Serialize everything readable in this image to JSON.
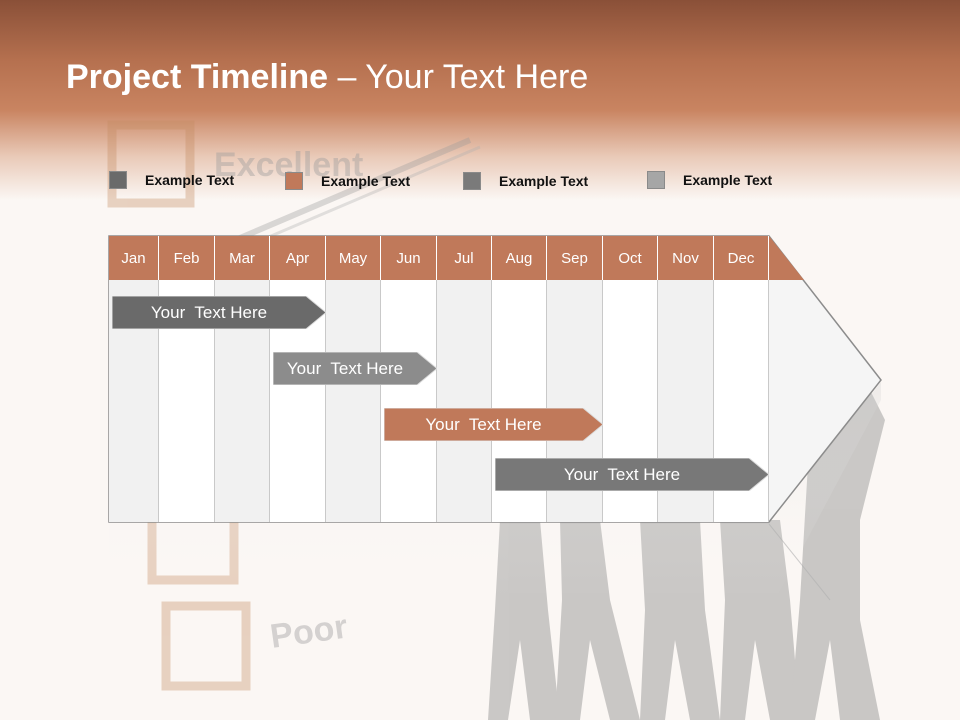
{
  "title": {
    "bold": "Project Timeline",
    "rest": " – Your Text Here"
  },
  "legend": [
    {
      "label": "Example Text",
      "color": "#6a6a6a"
    },
    {
      "label": "Example Text",
      "color": "#c0795a"
    },
    {
      "label": "Example Text",
      "color": "#7a7a7a"
    },
    {
      "label": "Example Text",
      "color": "#a6a6a6"
    }
  ],
  "months": [
    "Jan",
    "Feb",
    "Mar",
    "Apr",
    "May",
    "Jun",
    "Jul",
    "Aug",
    "Sep",
    "Oct",
    "Nov",
    "Dec"
  ],
  "tasks": [
    {
      "label": "Your  Text Here",
      "start_month": "Jan",
      "end_month": "Apr",
      "color": "#6a6a6a"
    },
    {
      "label": "Your  Text Here",
      "start_month": "Apr",
      "end_month": "Jun",
      "color": "#8c8c8c"
    },
    {
      "label": "Your  Text Here",
      "start_month": "Jun",
      "end_month": "Sep",
      "color": "#c0795a"
    },
    {
      "label": "Your  Text Here",
      "start_month": "Aug",
      "end_month": "Dec",
      "color": "#787878"
    }
  ],
  "background": {
    "word_top": "Excellent",
    "word_bottom": "Poor"
  },
  "colors": {
    "accent": "#c0795a",
    "header": "#b5704f"
  }
}
